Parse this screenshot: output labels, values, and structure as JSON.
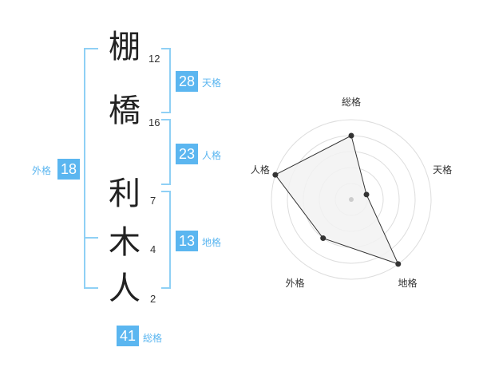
{
  "name": {
    "chars": [
      {
        "char": "棚",
        "strokes": "12"
      },
      {
        "char": "橋",
        "strokes": "16"
      },
      {
        "char": "利",
        "strokes": "7"
      },
      {
        "char": "木",
        "strokes": "4"
      },
      {
        "char": "人",
        "strokes": "2"
      }
    ]
  },
  "fortune": {
    "tenkaku": {
      "value": "28",
      "label": "天格"
    },
    "jinkaku": {
      "value": "23",
      "label": "人格"
    },
    "chikaku": {
      "value": "13",
      "label": "地格"
    },
    "gaikaku": {
      "value": "18",
      "label": "外格"
    },
    "soukaku": {
      "value": "41",
      "label": "総格"
    }
  },
  "chart_data": {
    "type": "radar",
    "axes": [
      "総格",
      "天格",
      "地格",
      "外格",
      "人格"
    ],
    "values": [
      4,
      1,
      5,
      3,
      5
    ],
    "range": [
      0,
      5
    ],
    "rings": 5,
    "colors": {
      "fill": "#f2f2f2",
      "stroke": "#333333",
      "ring": "#dddddd",
      "accent": "#5bb6f0"
    }
  }
}
